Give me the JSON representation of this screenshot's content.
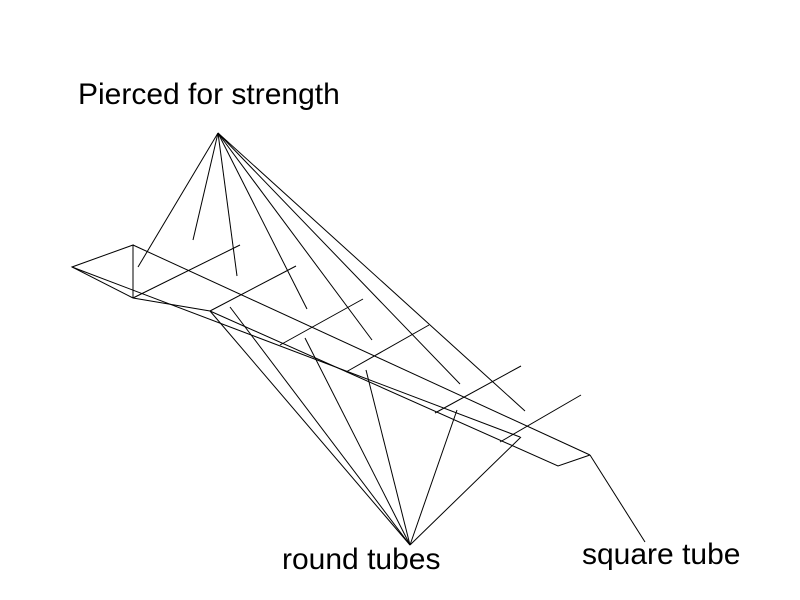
{
  "labels": {
    "pierced": "Pierced for strength",
    "round_tubes": "round tubes",
    "square_tube": "square tube"
  },
  "colors": {
    "background": "#ffffff",
    "ink": "#000000"
  }
}
